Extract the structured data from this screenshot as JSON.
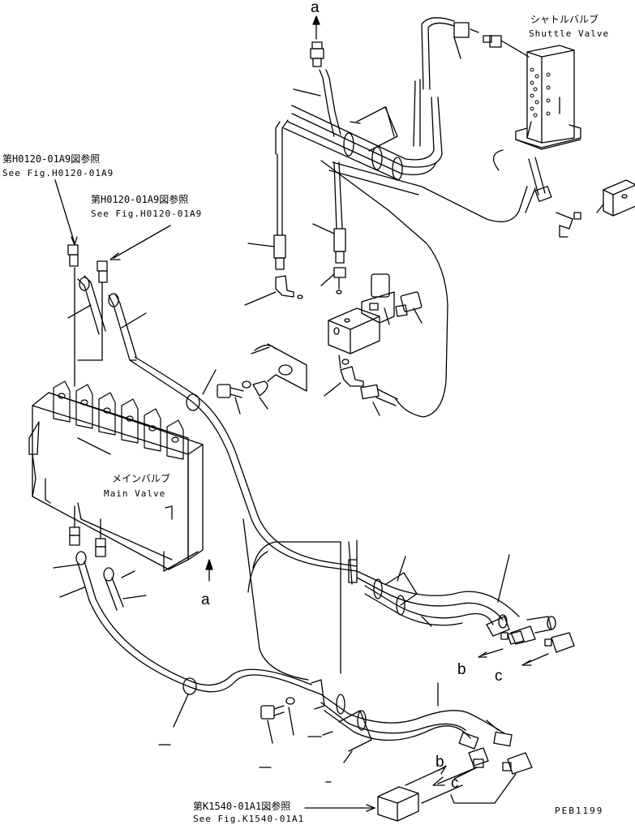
{
  "labels": {
    "shuttle_valve_jp": "シャトルバルブ",
    "shuttle_valve_en": "Shuttle Valve",
    "main_valve_jp": "メインバルブ",
    "main_valve_en": "Main Valve",
    "ref1_jp": "第H0120-01A9図参照",
    "ref1_en": "See Fig.H0120-01A9",
    "ref2_jp": "第H0120-01A9図参照",
    "ref2_en": "See Fig.H0120-01A9",
    "ref3_jp": "第K1540-01A1図参照",
    "ref3_en": "See Fig.K1540-01A1",
    "arrow_a_top": "a",
    "arrow_a_bottom": "a",
    "arrow_b_right": "b",
    "arrow_c_right": "c",
    "arrow_b_bottom": "b",
    "arrow_c_bottom": "c",
    "drawing_code": "PEB1199"
  }
}
